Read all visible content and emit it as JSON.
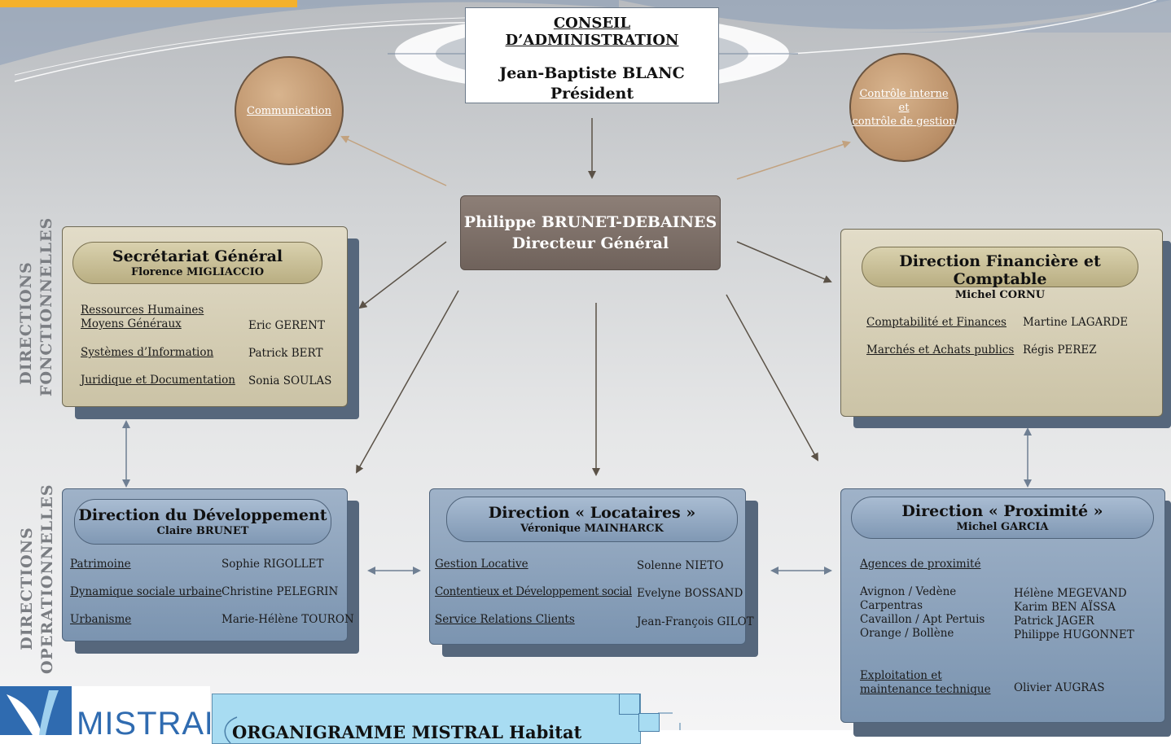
{
  "board": {
    "title": "CONSEIL D’ADMINISTRATION",
    "name": "Jean-Baptiste BLANC",
    "role": "Président"
  },
  "communication": "Communication",
  "controle": {
    "line1": "Contrôle interne",
    "line2": "et",
    "line3": "contrôle de gestion"
  },
  "dg": {
    "name": "Philippe BRUNET-DEBAINES",
    "role": "Directeur Général"
  },
  "side_labels": {
    "fonctionnelles": {
      "line1": "DIRECTIONS",
      "line2": "FONCTIONNELLES"
    },
    "operationnelles": {
      "line1": "DIRECTIONS",
      "line2": "OPERATIONNELLES"
    }
  },
  "secretariat": {
    "title": "Secrétariat  Général",
    "head": "Florence MIGLIACCIO",
    "rows": [
      {
        "service1": "Ressources Humaines",
        "service2": "Moyens Généraux",
        "person": "Eric GERENT"
      },
      {
        "service": "Systèmes d’Information",
        "person": "Patrick BERT"
      },
      {
        "service": "Juridique et Documentation",
        "person": "Sonia SOULAS"
      }
    ]
  },
  "financiere": {
    "title": "Direction Financière et Comptable",
    "head": "Michel CORNU",
    "rows": [
      {
        "service": "Comptabilité et Finances",
        "person": "Martine LAGARDE"
      },
      {
        "service": "Marchés et Achats publics",
        "person": "Régis PEREZ"
      }
    ]
  },
  "developpement": {
    "title": "Direction du Développement",
    "head": "Claire BRUNET",
    "rows": [
      {
        "service": "Patrimoine",
        "person": "Sophie RIGOLLET"
      },
      {
        "service": "Dynamique sociale urbaine",
        "person": "Christine PELEGRIN"
      },
      {
        "service": "Urbanisme",
        "person": "Marie-Hélène TOURON"
      }
    ]
  },
  "locataires": {
    "title": "Direction « Locataires »",
    "head": "Véronique MAINHARCK",
    "rows": [
      {
        "service": "Gestion  Locative",
        "person": "Solenne NIETO"
      },
      {
        "service": "Contentieux  et Développement social",
        "person": "Evelyne BOSSAND"
      },
      {
        "service": "Service Relations Clients",
        "person": "Jean-François GILOT"
      }
    ]
  },
  "proximite": {
    "title": "Direction « Proximité »",
    "head": "Michel GARCIA",
    "agences_label": "Agences de proximité",
    "agences": [
      {
        "place": "Avignon / Vedène",
        "person": "Hélène MEGEVAND"
      },
      {
        "place": "Carpentras",
        "person": "Karim BEN AÏSSA"
      },
      {
        "place": "Cavaillon / Apt Pertuis",
        "person": "Patrick JAGER"
      },
      {
        "place": "Orange /  Bollène",
        "person": "Philippe HUGONNET"
      }
    ],
    "exploitation1": "Exploitation et",
    "exploitation2": "maintenance technique",
    "exploitation_person": "Olivier AUGRAS"
  },
  "logo_text": "MISTRAL",
  "banner_title": "ORGANIGRAMME  MISTRAL Habitat",
  "colors": {
    "accent_orange": "#f4b12b",
    "brand_blue": "#2f6bb0",
    "tan": "#cbc3a6",
    "blue_panel": "#7b94b0",
    "dg_brown": "#7e716a"
  }
}
